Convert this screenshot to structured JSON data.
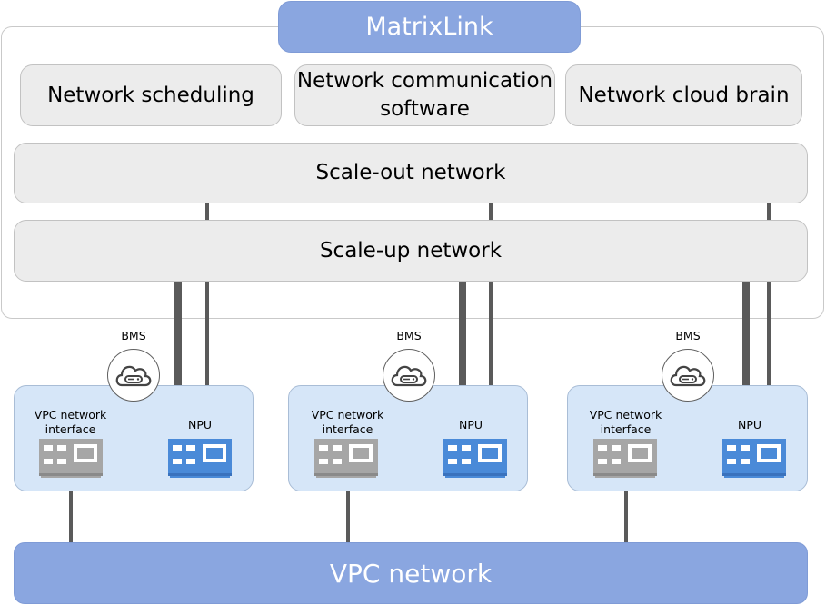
{
  "title": "MatrixLink",
  "modules": {
    "scheduling": "Network scheduling",
    "communication_line1": "Network communication",
    "communication_line2": "software",
    "cloud_brain": "Network cloud brain"
  },
  "scale_out": "Scale-out network",
  "scale_up": "Scale-up network",
  "hosts": [
    {
      "bms": "BMS",
      "vpc_if_line1": "VPC network",
      "vpc_if_line2": "interface",
      "npu": "NPU"
    },
    {
      "bms": "BMS",
      "vpc_if_line1": "VPC network",
      "vpc_if_line2": "interface",
      "npu": "NPU"
    },
    {
      "bms": "BMS",
      "vpc_if_line1": "VPC network",
      "vpc_if_line2": "interface",
      "npu": "NPU"
    }
  ],
  "vpc_network": "VPC network",
  "colors": {
    "accent_blue": "#8aa6e0",
    "host_fill": "#d6e6f8",
    "card_gray": "#a6a6a6",
    "card_blue": "#4a8ad8"
  },
  "icons": [
    "cloud-server-icon",
    "network-card-icon",
    "npu-card-icon"
  ]
}
